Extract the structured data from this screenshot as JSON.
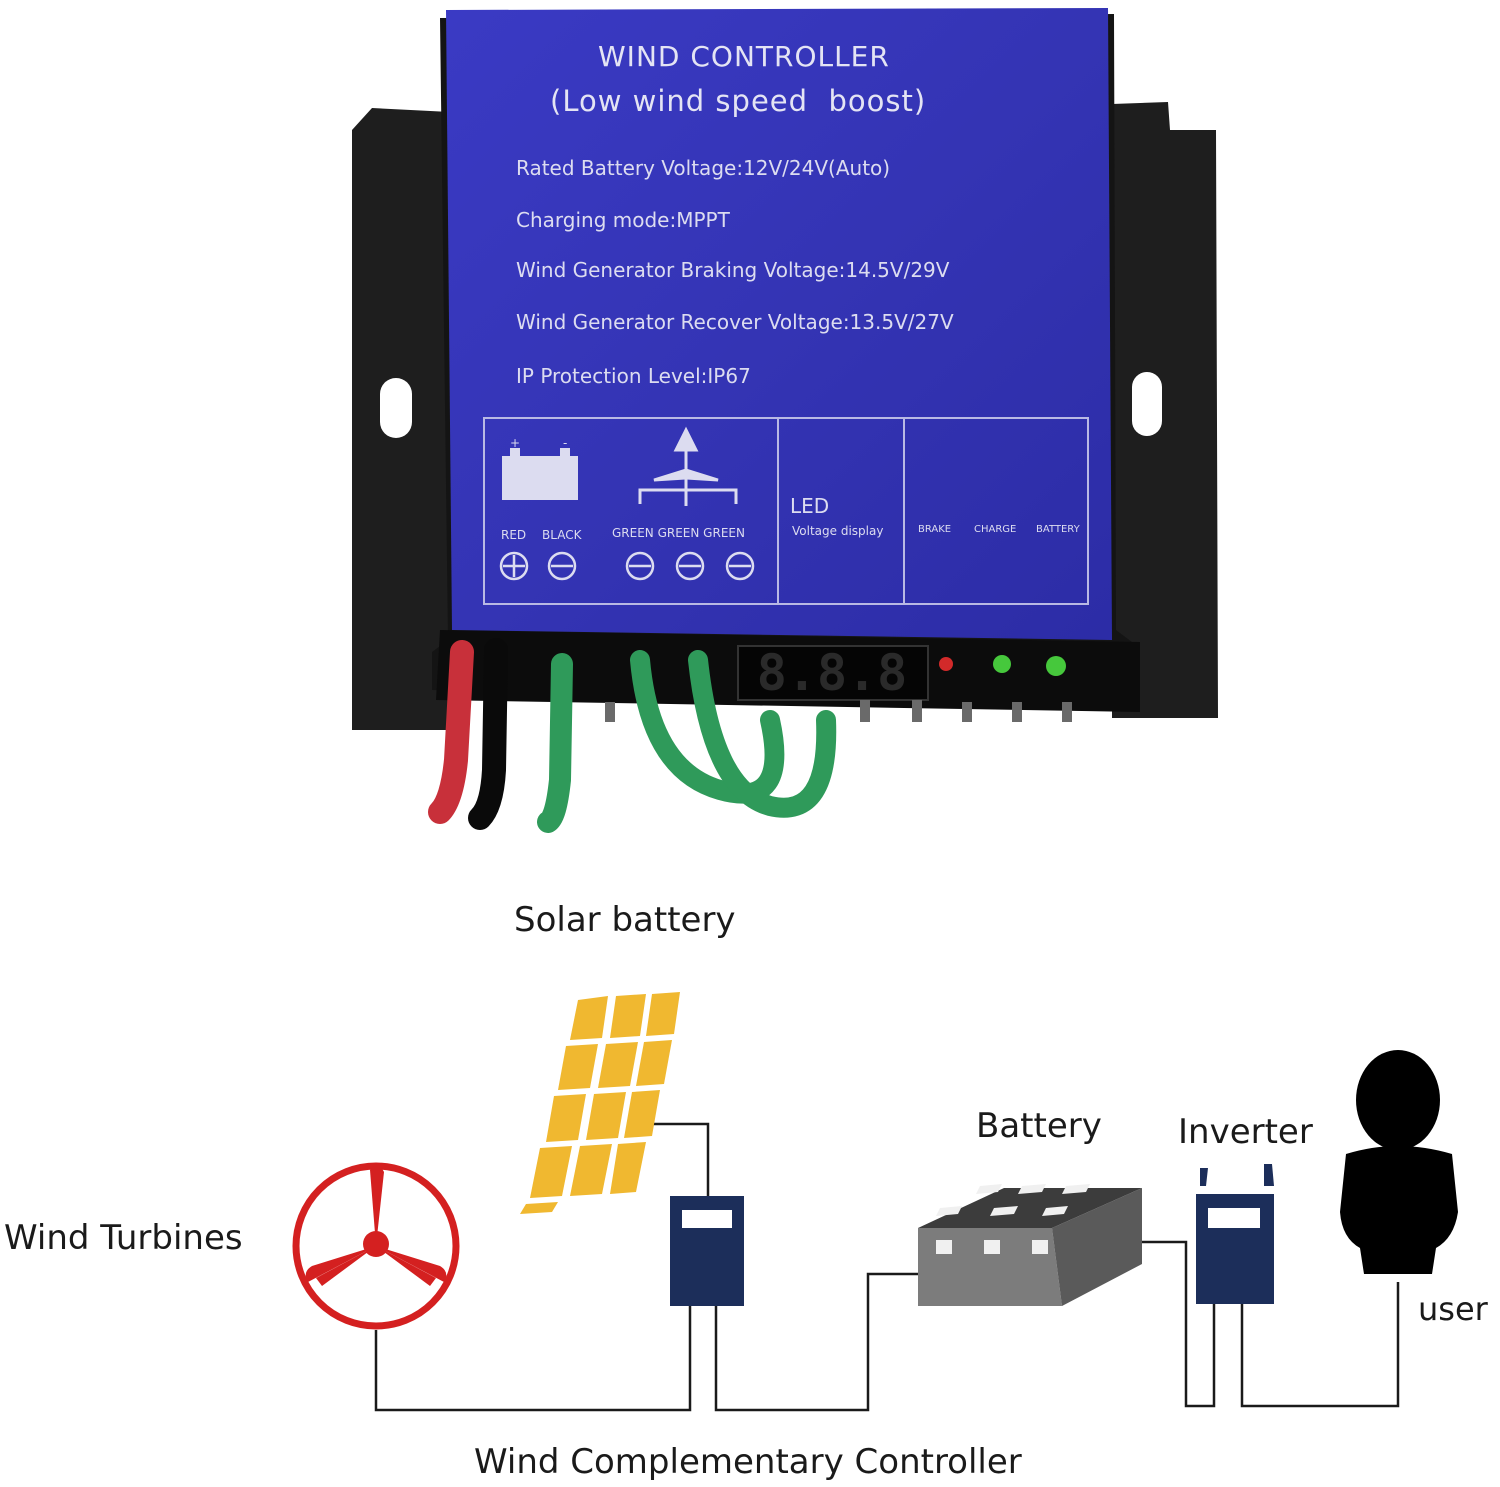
{
  "product": {
    "title": "WIND CONTROLLER",
    "subtitle": "(Low wind speed  boost)",
    "specs": [
      "Rated Battery Voltage:12V/24V(Auto)",
      "Charging mode:MPPT",
      "Wind Generator Braking Voltage:14.5V/29V",
      "Wind Generator Recover Voltage:13.5V/27V",
      "IP Protection Level:IP67"
    ],
    "terminal_labels": {
      "battery_plus": "+",
      "battery_minus": "-",
      "red": "RED",
      "black": "BLACK",
      "green": "GREEN GREEN GREEN"
    },
    "led_title": "LED",
    "led_subtitle": "Voltage display",
    "status_labels": [
      "BRAKE",
      "CHARGE",
      "BATTERY"
    ],
    "colors": {
      "panel_blue": "#3535b8",
      "wire_red": "#c8303a",
      "wire_green": "#2f9a5a",
      "led_red": "#d22a2a",
      "led_green": "#46c83c"
    }
  },
  "diagram": {
    "solar_label": "Solar battery",
    "wind_label": "Wind Turbines",
    "battery_label": "Battery",
    "inverter_label": "Inverter",
    "user_label": "user",
    "controller_label": "Wind Complementary Controller",
    "colors": {
      "solar_panel": "#f0b830",
      "turbine": "#d42020",
      "controller": "#1c2e5a",
      "battery_body": "#7c7c7c",
      "user": "#000000"
    },
    "icons": [
      "solar-panel-icon",
      "wind-turbine-icon",
      "controller-icon",
      "battery-icon",
      "inverter-icon",
      "user-icon"
    ]
  }
}
